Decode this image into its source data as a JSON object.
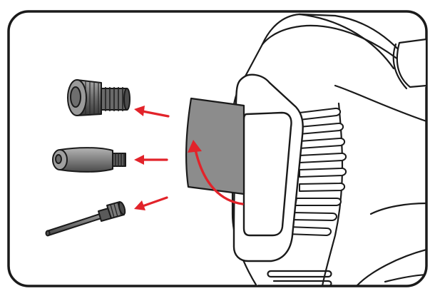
{
  "diagram": {
    "parts": [
      {
        "name": "threaded-cap-adapter"
      },
      {
        "name": "tapered-nozzle-adapter"
      },
      {
        "name": "needle-valve-adapter"
      }
    ],
    "colors": {
      "arrow": "#e2232a",
      "outline": "#1a1a1a",
      "flap": "#8c8c8c",
      "part_fill": "#8a8a8a",
      "part_dark": "#3c3c3c",
      "background": "#ffffff"
    }
  }
}
